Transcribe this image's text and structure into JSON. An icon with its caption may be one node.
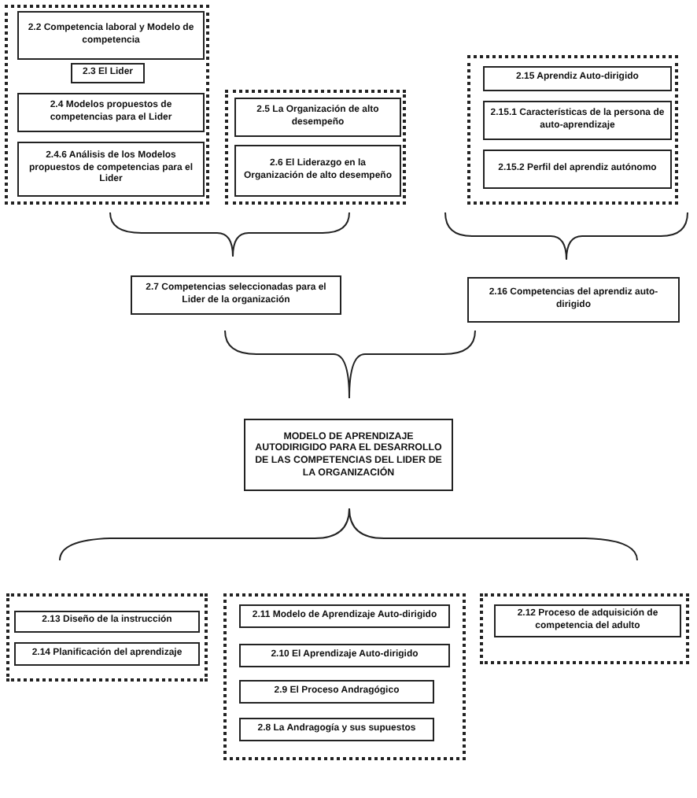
{
  "diagram": {
    "nodes": [
      {
        "text": [],
        "shape": "box"
      },
      {
        "text": [
          "2.2 Competencia laboral y Modelo de competencia"
        ],
        "in": 0
      },
      {
        "text": [
          "2.3 El Lider"
        ],
        "in": 0
      },
      {
        "text": [
          "2.4 Modelos propuestos de competencias para el Lider"
        ],
        "in": 0
      },
      {
        "text": [
          "2.4.6 Análisis de los Modelos propuestos de competencias para el Lider"
        ],
        "in": 0
      },
      {
        "text": [],
        "shape": "box"
      },
      {
        "text": [
          "2.5 La Organización de alto desempeño"
        ],
        "in": 5
      },
      {
        "text": [
          "2.6 El Liderazgo en la Organización de alto desempeño"
        ],
        "in": 5
      },
      {
        "text": [],
        "shape": "box"
      },
      {
        "text": [
          "2.15 Aprendiz Auto-dirigido"
        ],
        "in": 8
      },
      {
        "text": [
          "2.15.1 Características de la persona de auto-aprendizaje"
        ],
        "in": 8
      },
      {
        "text": [
          "2.15.2 Perfil del aprendiz autónomo"
        ],
        "in": 8
      },
      {
        "text": [
          "2.7 Competencias seleccionadas para el Lider de la organización"
        ]
      },
      {
        "text": [
          "2.16 Competencias del aprendiz auto-dirigido"
        ]
      },
      {
        "text": [
          "MODELO DE APRENDIZAJE AUTODIRIGIDO PARA EL DESARROLLO DE LAS COMPETENCIAS DEL LIDER DE LA ORGANIZACIÓN"
        ]
      },
      {
        "text": [],
        "shape": "box"
      },
      {
        "text": [
          "2.13 Diseño de la instrucción"
        ],
        "in": 15
      },
      {
        "text": [
          "2.14 Planificación del aprendizaje"
        ],
        "in": 15
      },
      {
        "text": [],
        "shape": "box"
      },
      {
        "text": [
          "2.11 Modelo de Aprendizaje Auto-dirigido"
        ],
        "in": 18
      },
      {
        "text": [
          "2.10 El Aprendizaje Auto-dirigido"
        ],
        "in": 18
      },
      {
        "text": [
          "2.9 El Proceso Andragógico"
        ],
        "in": 18
      },
      {
        "text": [
          "2.8 La Andragogía y sus supuestos"
        ],
        "in": 18
      },
      {
        "text": [],
        "shape": "box"
      },
      {
        "text": [
          "2.12 Proceso de adquisición de competencia del adulto"
        ],
        "in": 23
      }
    ]
  }
}
